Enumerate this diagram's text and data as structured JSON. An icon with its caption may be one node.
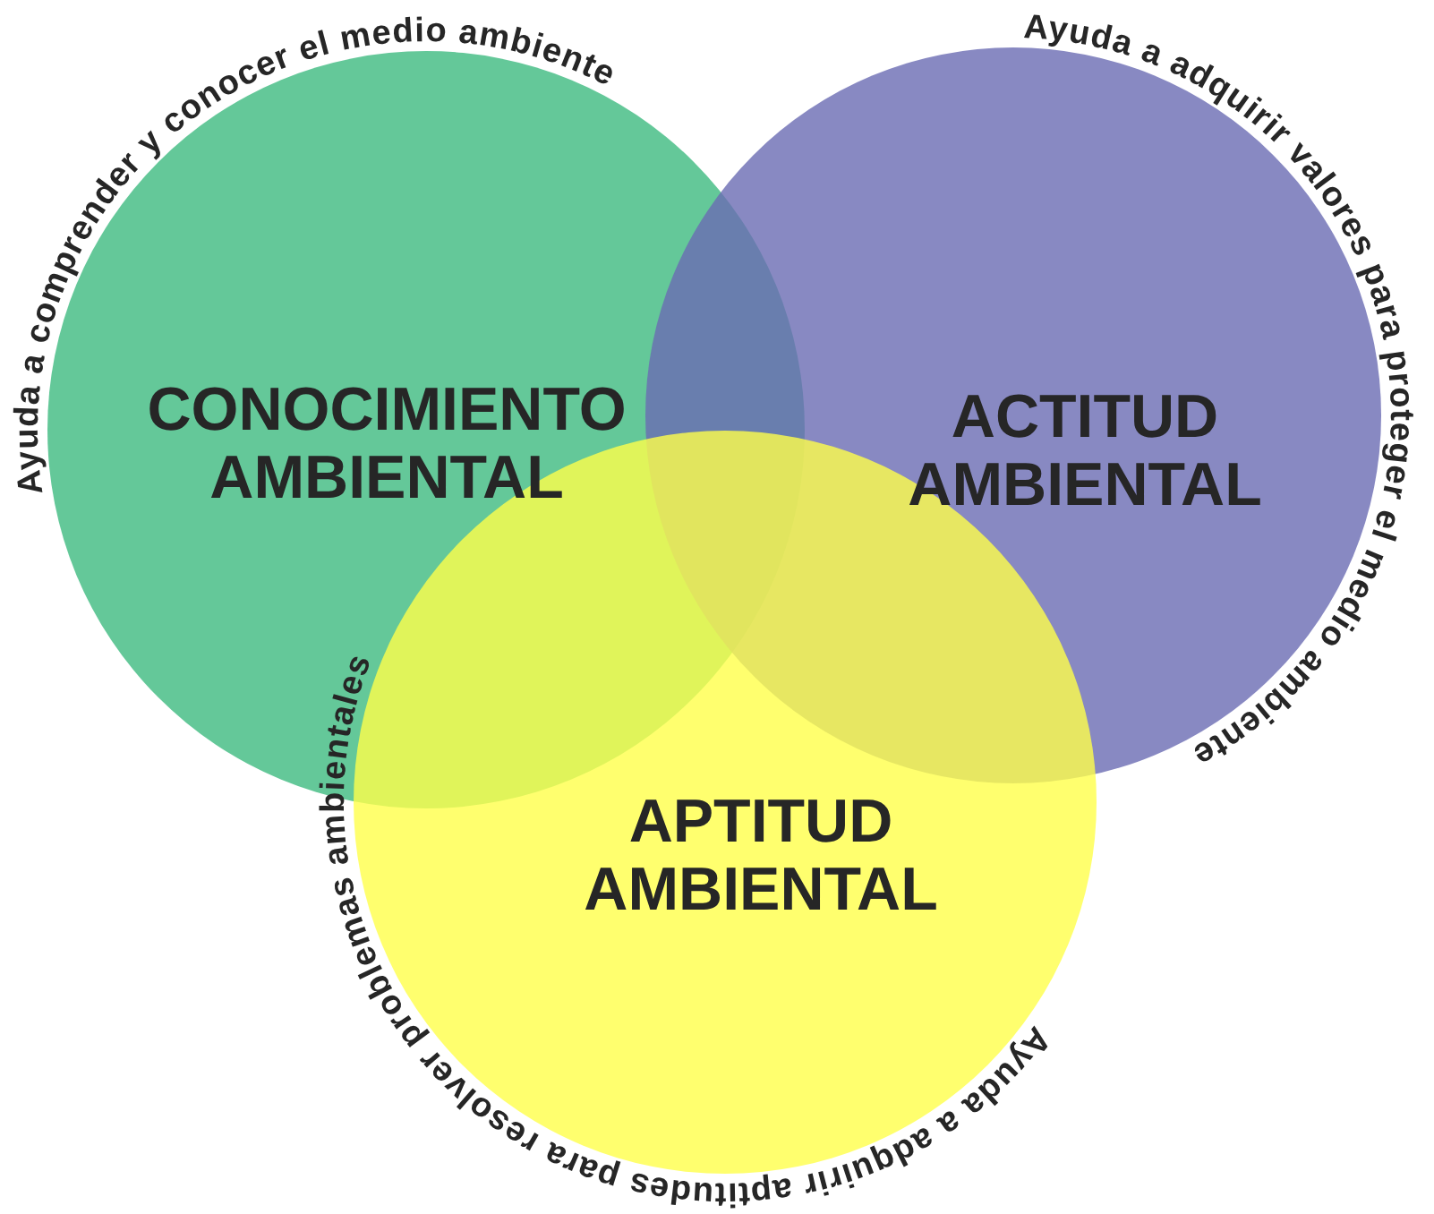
{
  "diagram": {
    "nodes": [
      {
        "text": [
          "CONOCIMIENTO AMBIENTAL",
          "Ayuda a comprender y conocer el medio ambiente"
        ]
      },
      {
        "text": [
          "ACTITUD AMBIENTAL",
          "Ayuda a adquirir valores para proteger el medio ambiente"
        ]
      },
      {
        "text": [
          "APTITUD AMBIENTAL",
          "Ayuda a adquirir aptitudes para resolver problemas ambientales"
        ]
      }
    ]
  }
}
